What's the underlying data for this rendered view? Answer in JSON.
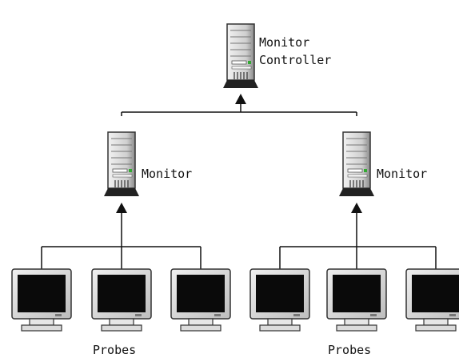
{
  "diagram": {
    "top_node": {
      "label_line1": "Monitor",
      "label_line2": "Controller",
      "icon": "tower-server-icon"
    },
    "monitors": [
      {
        "label": "Monitor",
        "icon": "tower-server-icon"
      },
      {
        "label": "Monitor",
        "icon": "tower-server-icon"
      }
    ],
    "probe_groups": [
      {
        "label": "Probes",
        "count": 3,
        "icon": "crt-monitor-icon"
      },
      {
        "label": "Probes",
        "count": 3,
        "icon": "crt-monitor-icon"
      }
    ],
    "colors": {
      "line": "#111111",
      "screen": "#0a0a0a",
      "casing": "#d9d9d9",
      "casing_dark": "#8c8c8c",
      "led": "#33aa33"
    }
  }
}
